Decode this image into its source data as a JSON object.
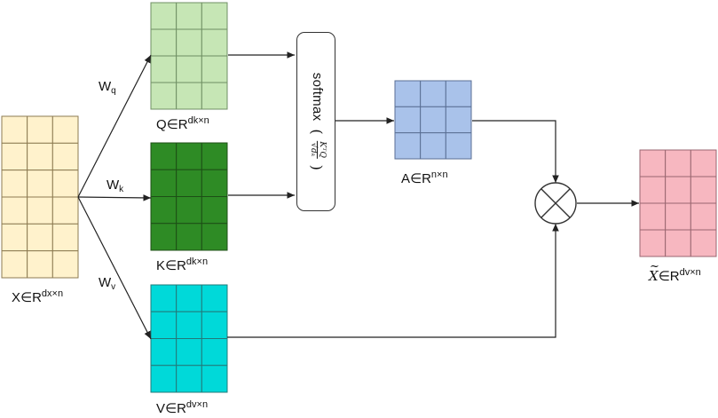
{
  "matrices": {
    "x": {
      "label_prefix": "X∈R",
      "label_sup": "dx×n",
      "fill": "#fff2cc",
      "stroke": "#8c7b52"
    },
    "q": {
      "label_prefix": "Q∈R",
      "label_sup": "dk×n",
      "fill": "#c6e6b5",
      "stroke": "#6f8f64"
    },
    "k": {
      "label_prefix": "K∈R",
      "label_sup": "dk×n",
      "fill": "#2e8b25",
      "stroke": "#1d4f16"
    },
    "v": {
      "label_prefix": "V∈R",
      "label_sup": "dv×n",
      "fill": "#00d9d9",
      "stroke": "#227a7a"
    },
    "a": {
      "label_prefix": "A∈R",
      "label_sup": "n×n",
      "fill": "#a9c2ea",
      "stroke": "#5a6f94"
    },
    "out": {
      "label_symbol": "X",
      "label_prefix": "∈R",
      "label_sup": "dv×n",
      "fill": "#f7b7c0",
      "stroke": "#9a6670"
    }
  },
  "weights": {
    "wq": {
      "main": "W",
      "sub": "q"
    },
    "wk": {
      "main": "W",
      "sub": "k"
    },
    "wv": {
      "main": "W",
      "sub": "v"
    }
  },
  "softmax": {
    "label": "softmax",
    "open_paren": "(",
    "close_paren": ")",
    "numerator": "KᵀQ",
    "denominator": "√dₖ"
  },
  "operator": {
    "symbol": "⊗"
  }
}
